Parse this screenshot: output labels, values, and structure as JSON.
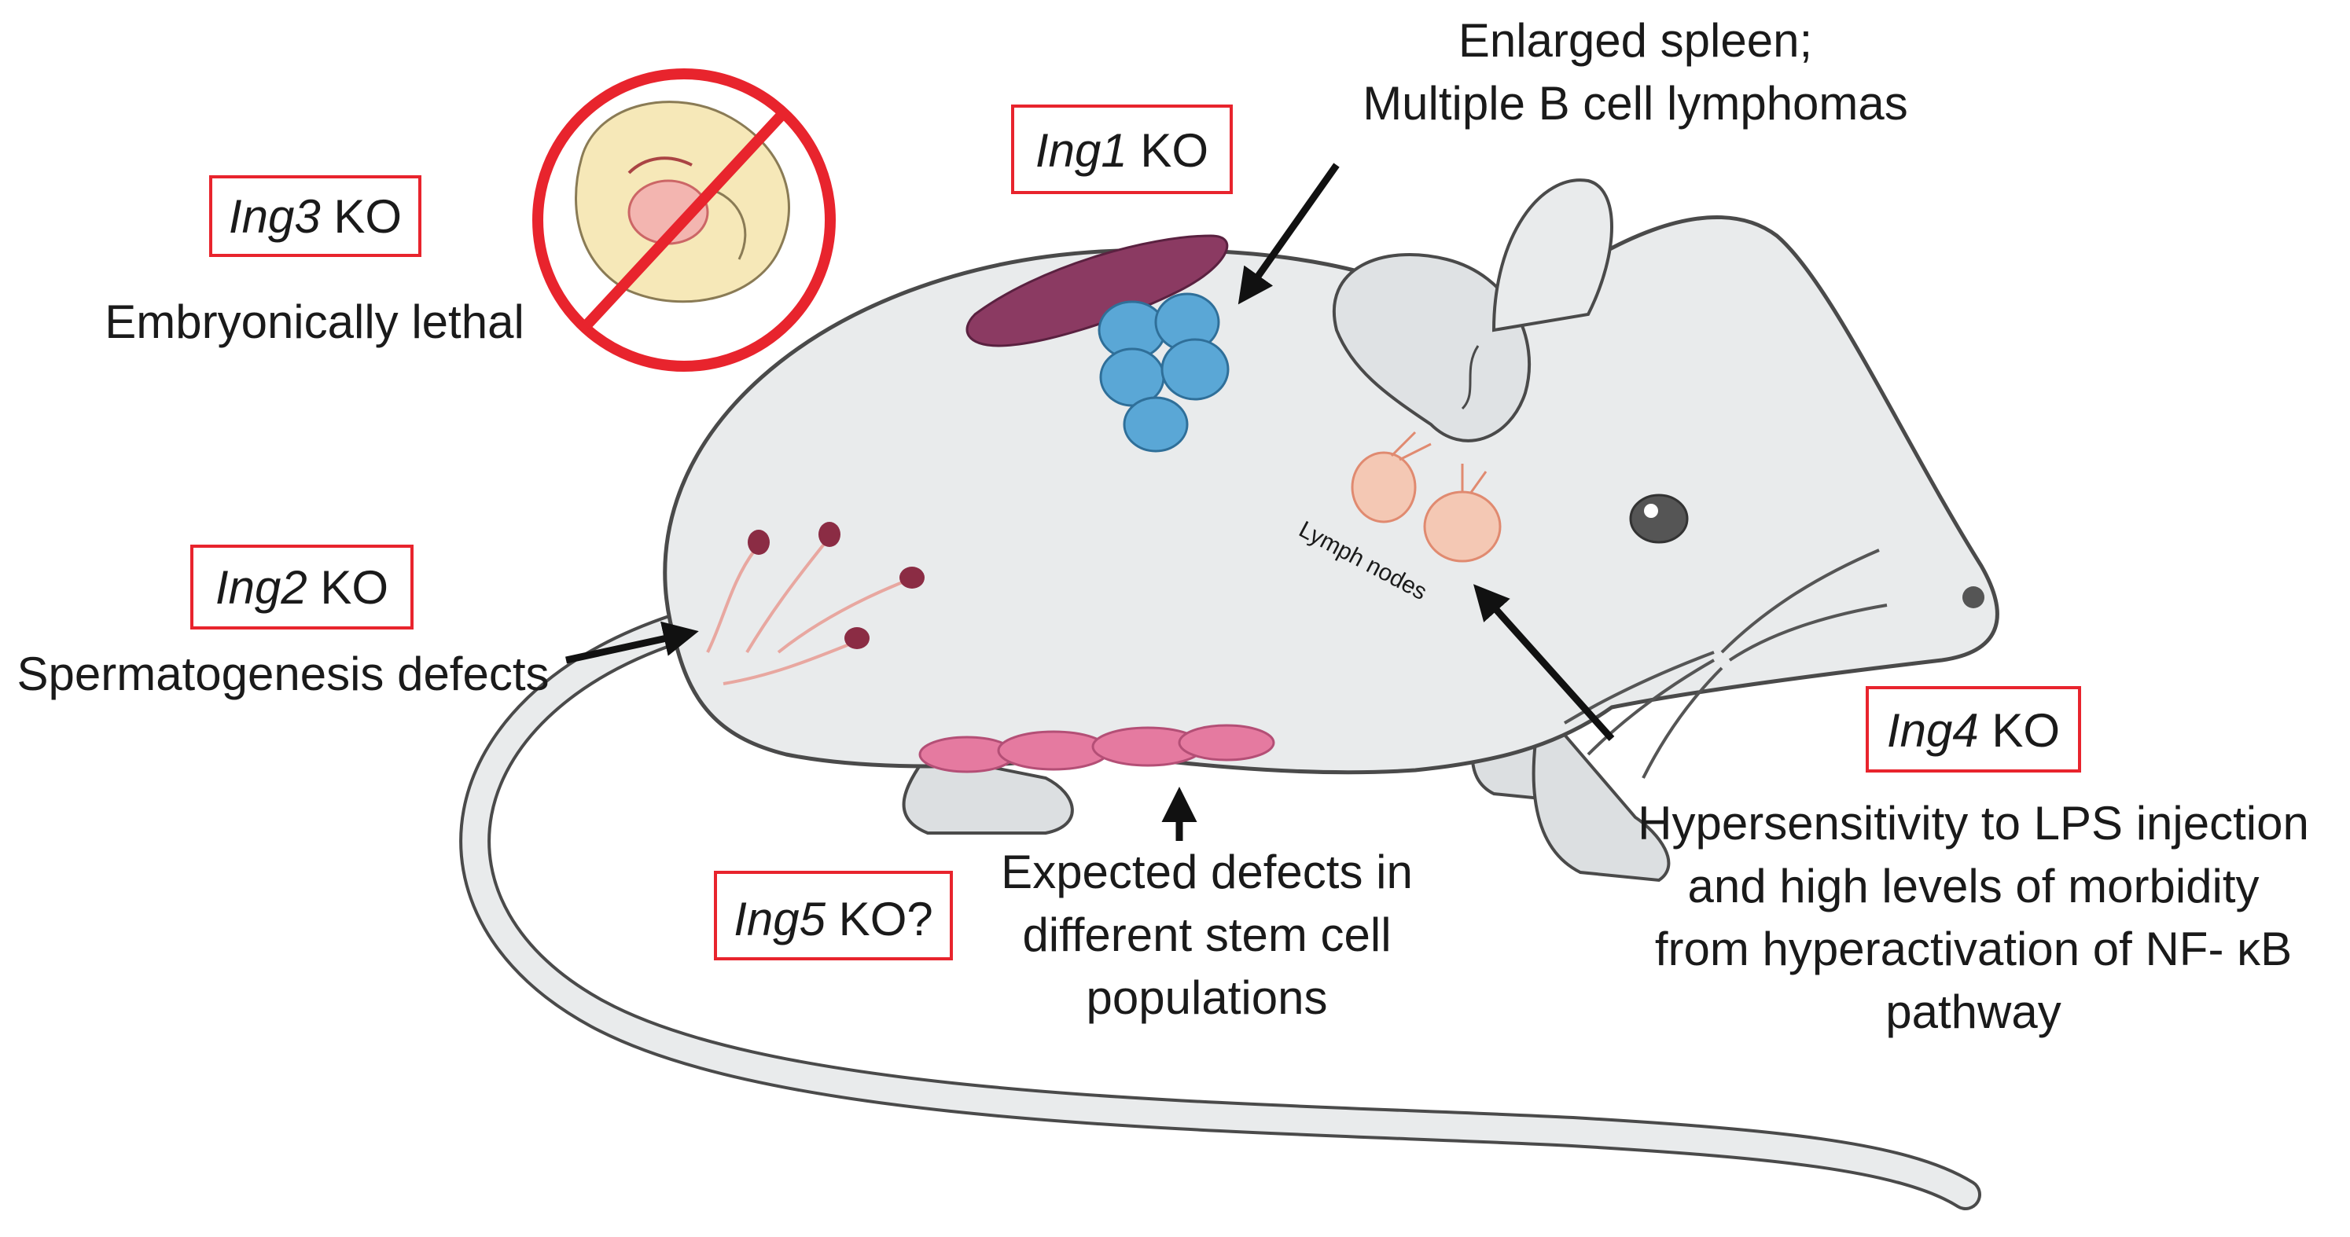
{
  "colors": {
    "box_border": "#e8242d",
    "no_sign": "#e8242d",
    "mouse_body": "#e9ebec",
    "mouse_outline": "#4a4a4a",
    "spleen": "#8b3a62",
    "lymphoma_cells": "#5aa7d6",
    "stem_cells": "#e57aa0",
    "lymph_nodes": "#f4b9a2",
    "sperm_head": "#8b2c44",
    "arrow": "#111111"
  },
  "labels": {
    "ing3": {
      "gene": "Ing3",
      "suffix": " KO",
      "description": "Embryonically lethal"
    },
    "ing1": {
      "gene": "Ing1",
      "suffix": " KO",
      "description_lines": [
        "Enlarged spleen;",
        "Multiple B cell lymphomas"
      ]
    },
    "ing2": {
      "gene": "Ing2",
      "suffix": " KO",
      "description": "Spermatogenesis defects"
    },
    "ing4": {
      "gene": "Ing4",
      "suffix": " KO",
      "description_lines": [
        "Hypersensitivity to LPS injection",
        "and high levels of morbidity",
        "from hyperactivation of NF- κB",
        "pathway"
      ]
    },
    "ing5": {
      "gene": "Ing5",
      "suffix": " KO?",
      "description_lines": [
        "Expected defects in",
        "different stem cell",
        "populations"
      ]
    },
    "lymph_nodes": "Lymph nodes"
  },
  "icons": [
    "no-sign-icon",
    "embryo-icon",
    "spleen-icon",
    "lymphoma-cells-icon",
    "sperm-icon",
    "lymph-node-icon",
    "stem-cell-icon",
    "mouse-illustration"
  ]
}
